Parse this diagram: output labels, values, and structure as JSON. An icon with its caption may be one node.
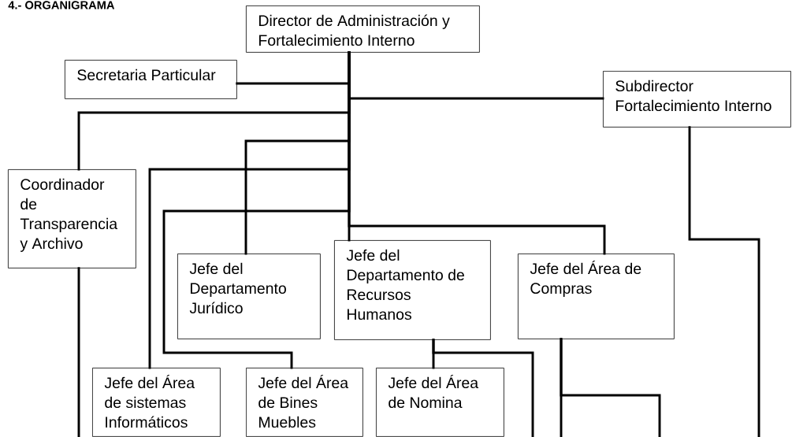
{
  "diagram": {
    "title": "4.- ORGANIGRAMA",
    "nodes": [
      {
        "text": [
          "Director de Administración y Fortalecimiento Interno"
        ]
      },
      {
        "text": [
          "Secretaria Particular"
        ]
      },
      {
        "text": [
          "Subdirector Fortalecimiento Interno"
        ]
      },
      {
        "text": [
          "Coordinador de Transparencia y Archivo"
        ]
      },
      {
        "text": [
          "Jefe del Departamento Jurídico"
        ]
      },
      {
        "text": [
          "Jefe del Departamento de Recursos Humanos"
        ]
      },
      {
        "text": [
          "Jefe del Área de Compras"
        ]
      },
      {
        "text": [
          "Jefe del Área de sistemas Informáticos"
        ]
      },
      {
        "text": [
          "Jefe del Área de Bines Muebles"
        ]
      },
      {
        "text": [
          "Jefe del Área de Nomina"
        ]
      }
    ],
    "edges": [
      {
        "from": 0,
        "to": 1,
        "arrow": "none"
      },
      {
        "from": 0,
        "to": 2,
        "arrow": "none"
      },
      {
        "from": 0,
        "to": 3,
        "arrow": "none"
      },
      {
        "from": 0,
        "to": 4,
        "arrow": "none"
      },
      {
        "from": 0,
        "to": 7,
        "arrow": "none"
      },
      {
        "from": 0,
        "to": 8,
        "arrow": "none"
      },
      {
        "from": 0,
        "to": 5,
        "arrow": "none"
      },
      {
        "from": 0,
        "to": 6,
        "arrow": "none"
      },
      {
        "from": 5,
        "to": 9,
        "arrow": "none"
      },
      {
        "from": 3,
        "to": null,
        "arrow": "none"
      },
      {
        "from": 2,
        "to": null,
        "arrow": "none"
      },
      {
        "from": 5,
        "to": null,
        "arrow": "none"
      },
      {
        "from": 6,
        "to": null,
        "arrow": "none"
      },
      {
        "from": 6,
        "to": null,
        "arrow": "none"
      }
    ]
  }
}
